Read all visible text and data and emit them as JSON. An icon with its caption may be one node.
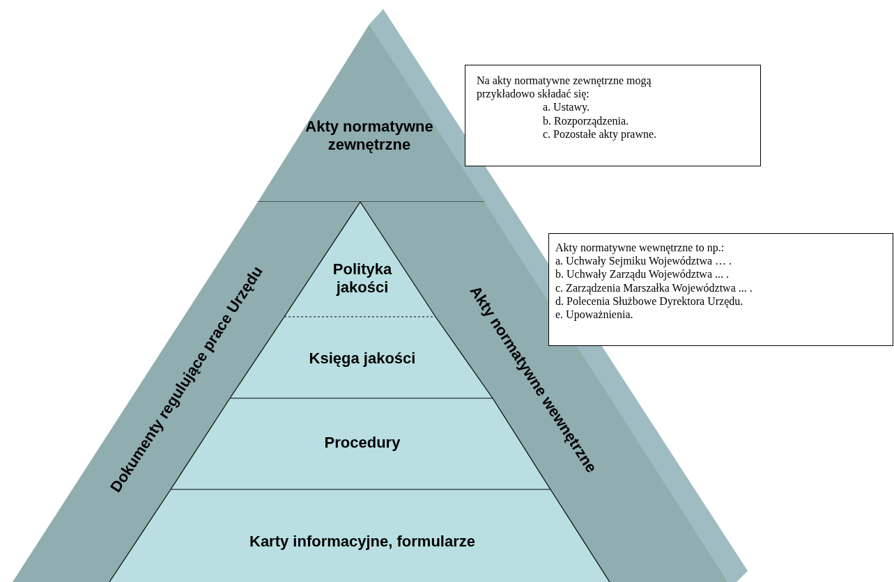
{
  "diagram": {
    "nodes": [
      {
        "text": [
          "Akty normatywne zewnętrzne"
        ]
      },
      {
        "text": [
          "Dokumenty regulujące prace Urzędu"
        ]
      },
      {
        "text": [
          "Akty normatywne wewnętrzne"
        ]
      },
      {
        "text": [
          "Polityka jakości"
        ]
      },
      {
        "text": [
          "Księga jakości"
        ]
      },
      {
        "text": [
          "Procedury"
        ]
      },
      {
        "text": [
          "Karty informacyjne, formularze"
        ]
      },
      {
        "text": [
          "Na akty normatywne zewnętrzne mogą przykładowo składać się:",
          "a. Ustawy.",
          "b. Rozporządzenia.",
          "c. Pozostałe akty prawne."
        ]
      },
      {
        "text": [
          "Akty normatywne wewnętrzne to np.:",
          "a. Uchwały Sejmiku Województwa … .",
          "b. Uchwały Zarządu Województwa ... .",
          "c. Zarządzenia Marszałka Województwa ... .",
          "d. Polecenia Służbowe Dyrektora Urzędu.",
          "e. Upoważnienia."
        ]
      }
    ],
    "edges": []
  }
}
